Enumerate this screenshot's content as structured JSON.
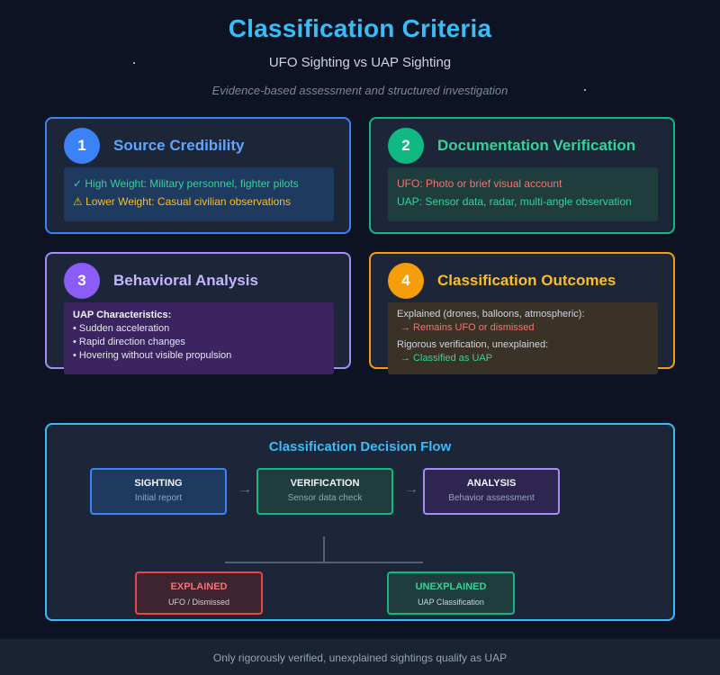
{
  "header": {
    "title": "Classification Criteria",
    "subtitle": "UFO Sighting vs UAP Sighting",
    "tagline": "Evidence-based assessment and structured investigation"
  },
  "cards": [
    {
      "number": "1",
      "title": "Source Credibility",
      "lines": [
        "✓ High Weight: Military personnel, fighter pilots",
        "⚠ Lower Weight: Casual civilian observations"
      ]
    },
    {
      "number": "2",
      "title": "Documentation Verification",
      "lines": [
        "UFO: Photo or brief visual account",
        "UAP: Sensor data, radar, multi-angle observation"
      ]
    },
    {
      "number": "3",
      "title": "Behavioral Analysis",
      "heading": "UAP Characteristics:",
      "lines": [
        "• Sudden acceleration",
        "• Rapid direction changes",
        "• Hovering without visible propulsion"
      ]
    },
    {
      "number": "4",
      "title": "Classification Outcomes",
      "lines": [
        "Explained (drones, balloons, atmospheric):",
        "→ Remains UFO or dismissed",
        "Rigorous verification, unexplained:",
        "→ Classified as UAP"
      ]
    }
  ],
  "flow": {
    "title": "Classification Decision Flow",
    "steps": [
      {
        "title": "SIGHTING",
        "sub": "Initial report"
      },
      {
        "title": "VERIFICATION",
        "sub": "Sensor data check"
      },
      {
        "title": "ANALYSIS",
        "sub": "Behavior assessment"
      }
    ],
    "arrow": "→",
    "outcomes": [
      {
        "title": "EXPLAINED",
        "sub": "UFO / Dismissed"
      },
      {
        "title": "UNEXPLAINED",
        "sub": "UAP Classification"
      }
    ]
  },
  "footer": "Only rigorously verified, unexplained sightings qualify as UAP",
  "colors": {
    "background": "#0d1322",
    "accent": "#38bdf8",
    "blue": "#3b82f6",
    "green": "#10b981",
    "purple": "#8b5cf6",
    "amber": "#f59e0b",
    "red": "#ef4444"
  }
}
